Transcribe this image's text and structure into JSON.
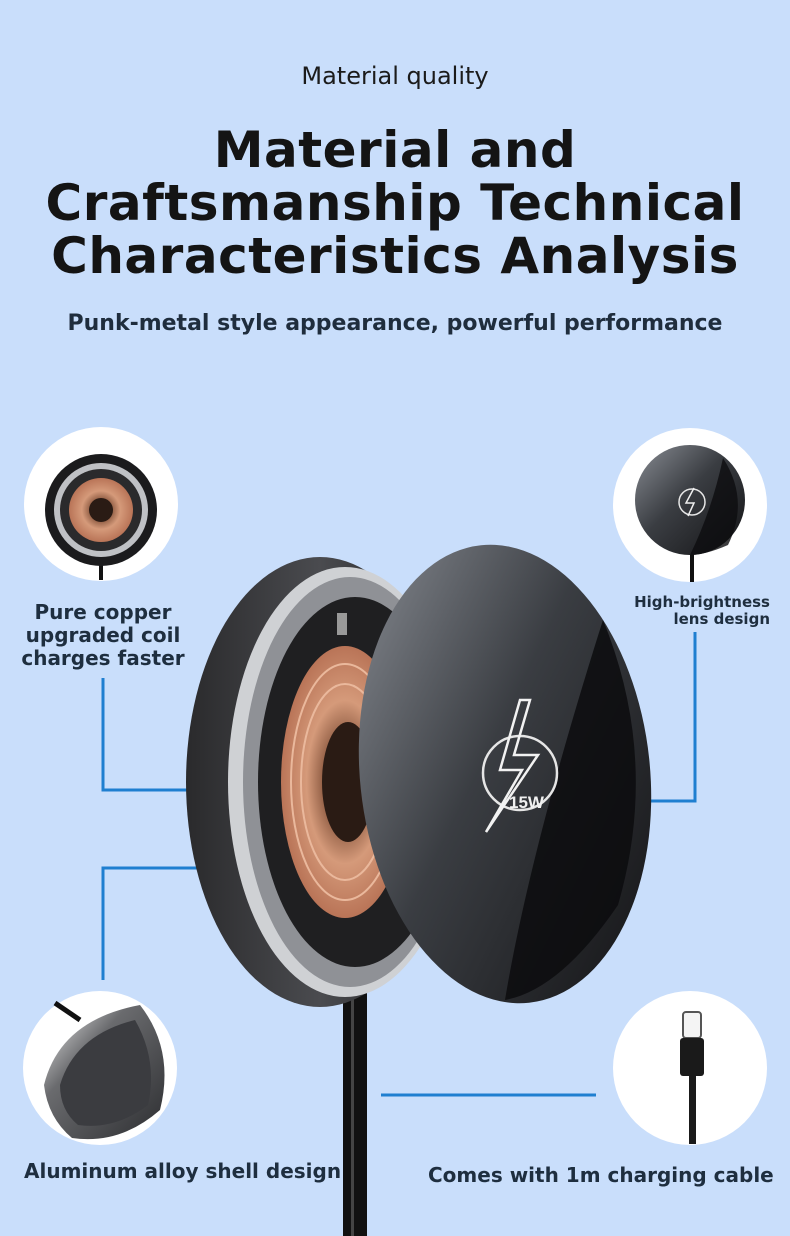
{
  "header": {
    "eyebrow": "Material quality",
    "title_lines": [
      "Material and",
      "Craftsmanship Technical",
      "Characteristics Analysis"
    ],
    "subtitle": "Punk-metal style appearance, powerful performance"
  },
  "features": {
    "copper": {
      "lines": [
        "Pure copper",
        "upgraded coil",
        "charges faster"
      ]
    },
    "lens": {
      "lines": [
        "High-brightness",
        "lens design"
      ]
    },
    "aluminum": {
      "label": "Aluminum alloy shell design"
    },
    "cable": {
      "label": "Comes with 1m charging cable"
    }
  },
  "product": {
    "badge": "15W"
  },
  "colors": {
    "background": "#c9defb",
    "callout_line": "#1f7fd0",
    "copper": "#c98a6a",
    "device": "#1c1c1e"
  }
}
